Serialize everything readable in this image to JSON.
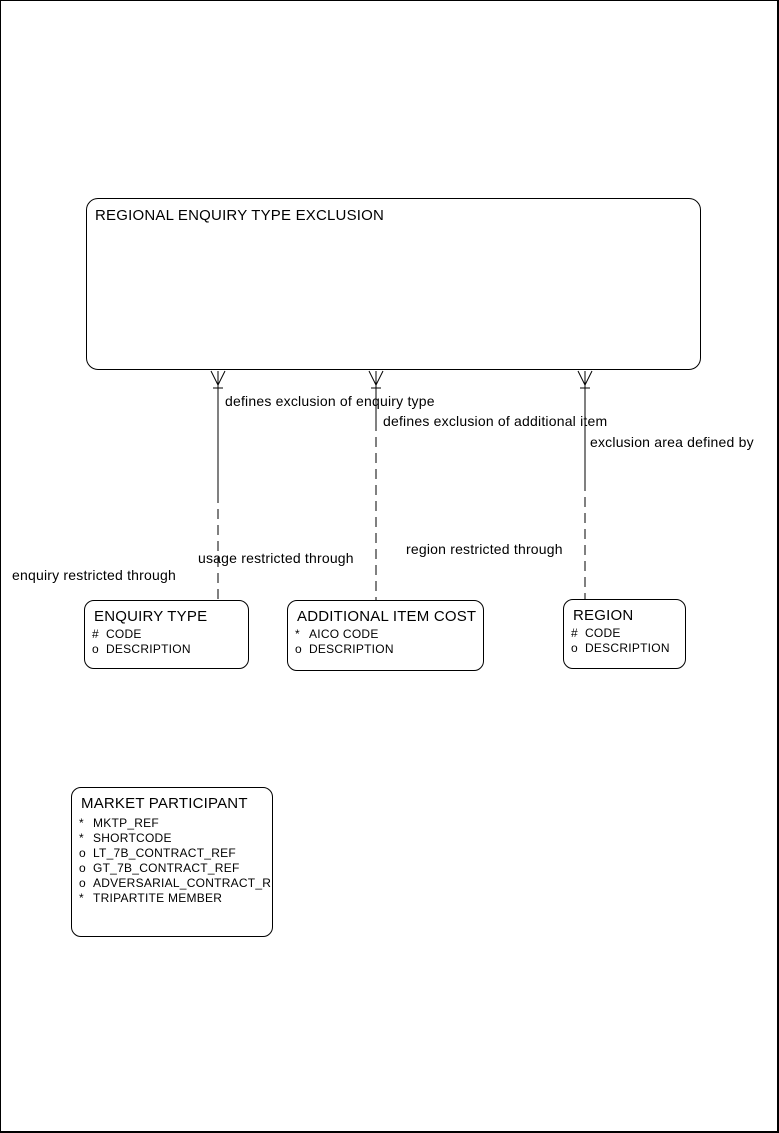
{
  "diagram": {
    "type": "entity-relationship-diagram",
    "background_color": "#ffffff",
    "line_color": "#000000",
    "text_color": "#000000"
  },
  "entities": [
    {
      "name": "REGIONAL ENQUIRY TYPE EXCLUSION",
      "attributes": []
    },
    {
      "name": "ENQUIRY TYPE",
      "attributes": [
        {
          "prefix": "#",
          "name": "CODE"
        },
        {
          "prefix": "o",
          "name": "DESCRIPTION"
        }
      ]
    },
    {
      "name": "ADDITIONAL ITEM COST",
      "attributes": [
        {
          "prefix": "*",
          "name": "AICO CODE"
        },
        {
          "prefix": "o",
          "name": "DESCRIPTION"
        }
      ]
    },
    {
      "name": "REGION",
      "attributes": [
        {
          "prefix": "#",
          "name": "CODE"
        },
        {
          "prefix": "o",
          "name": "DESCRIPTION"
        }
      ]
    },
    {
      "name": "MARKET PARTICIPANT",
      "attributes": [
        {
          "prefix": "*",
          "name": "MKTP_REF"
        },
        {
          "prefix": "*",
          "name": "SHORTCODE"
        },
        {
          "prefix": "o",
          "name": "LT_7B_CONTRACT_REF"
        },
        {
          "prefix": "o",
          "name": "GT_7B_CONTRACT_REF"
        },
        {
          "prefix": "o",
          "name": "ADVERSARIAL_CONTRACT_REF"
        },
        {
          "prefix": "*",
          "name": "TRIPARTITE MEMBER"
        }
      ]
    }
  ],
  "relationships": [
    {
      "from": "REGIONAL ENQUIRY TYPE EXCLUSION",
      "to": "ENQUIRY TYPE",
      "from_label": "defines exclusion of enquiry type",
      "to_label": "enquiry restricted through",
      "crow_foot_at": "from",
      "line_style": "solid-then-dashed"
    },
    {
      "from": "REGIONAL ENQUIRY TYPE EXCLUSION",
      "to": "ADDITIONAL ITEM COST",
      "from_label": "defines exclusion of additional item",
      "to_label": "usage restricted through",
      "crow_foot_at": "from",
      "line_style": "solid-then-dashed"
    },
    {
      "from": "REGIONAL ENQUIRY TYPE EXCLUSION",
      "to": "REGION",
      "from_label": "exclusion area defined by",
      "to_label": "region restricted through",
      "crow_foot_at": "from",
      "line_style": "solid-then-dashed"
    }
  ]
}
